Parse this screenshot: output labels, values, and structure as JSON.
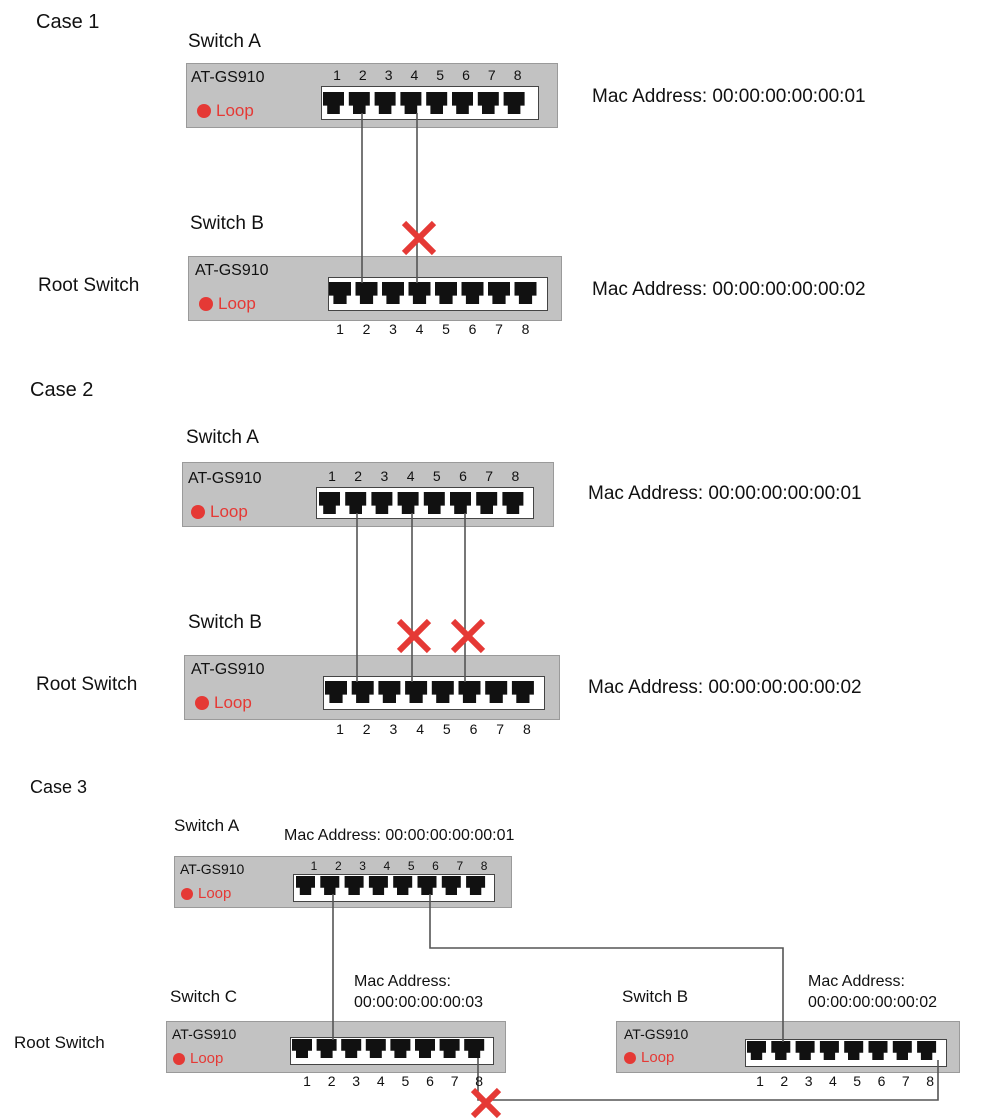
{
  "case1": {
    "title": "Case 1",
    "switch_a": {
      "label": "Switch A",
      "model": "AT-GS910",
      "loop": "Loop",
      "mac": "Mac Address: 00:00:00:00:00:01"
    },
    "switch_b": {
      "label": "Switch B",
      "model": "AT-GS910",
      "loop": "Loop",
      "mac": "Mac Address: 00:00:00:00:00:02",
      "role": "Root Switch"
    }
  },
  "case2": {
    "title": "Case 2",
    "switch_a": {
      "label": "Switch A",
      "model": "AT-GS910",
      "loop": "Loop",
      "mac": "Mac Address: 00:00:00:00:00:01"
    },
    "switch_b": {
      "label": "Switch B",
      "model": "AT-GS910",
      "loop": "Loop",
      "mac": "Mac Address: 00:00:00:00:00:02",
      "role": "Root Switch"
    }
  },
  "case3": {
    "title": "Case 3",
    "switch_a": {
      "label": "Switch A",
      "model": "AT-GS910",
      "loop": "Loop",
      "mac": "Mac Address: 00:00:00:00:00:01"
    },
    "switch_c": {
      "label": "Switch C",
      "model": "AT-GS910",
      "loop": "Loop",
      "mac_label": "Mac Address:",
      "mac_value": "00:00:00:00:00:03",
      "role": "Root Switch"
    },
    "switch_b": {
      "label": "Switch B",
      "model": "AT-GS910",
      "loop": "Loop",
      "mac_label": "Mac Address:",
      "mac_value": "00:00:00:00:00:02"
    }
  },
  "port_numbers": [
    "1",
    "2",
    "3",
    "4",
    "5",
    "6",
    "7",
    "8"
  ],
  "colors": {
    "chassis": "#c2c2c2",
    "led": "#e53935",
    "blocked_x": "#e53935",
    "cable": "#555555",
    "port": "#111111"
  }
}
